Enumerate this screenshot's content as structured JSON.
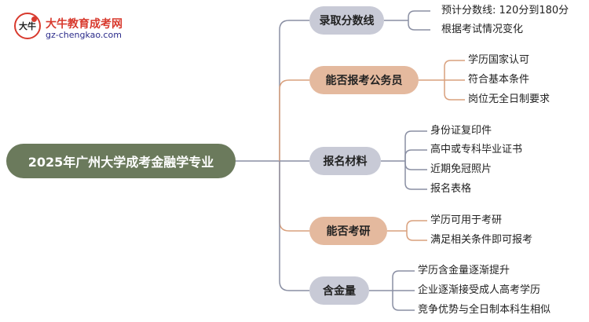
{
  "logo": {
    "name": "大牛教育成考网",
    "url": "gz-chengkao.com",
    "badge_char": "大牛"
  },
  "root": {
    "label": "2025年广州大学成考金融学专业"
  },
  "branches": [
    {
      "label": "录取分数线",
      "color": "#c8cad6",
      "leaves": [
        "预计分数线: 120分到180分",
        "根据考试情况变化"
      ]
    },
    {
      "label": "能否报考公务员",
      "color": "#e4b99e",
      "leaves": [
        "学历国家认可",
        "符合基本条件",
        "岗位无全日制要求"
      ]
    },
    {
      "label": "报名材料",
      "color": "#c8cad6",
      "leaves": [
        "身份证复印件",
        "高中或专科毕业证书",
        "近期免冠照片",
        "报名表格"
      ]
    },
    {
      "label": "能否考研",
      "color": "#e4b99e",
      "leaves": [
        "学历可用于考研",
        "满足相关条件即可报考"
      ]
    },
    {
      "label": "含金量",
      "color": "#c8cad6",
      "leaves": [
        "学历含金量逐渐提升",
        "企业逐渐接受成人高考学历",
        "竞争优势与全日制本科生相似"
      ]
    }
  ]
}
